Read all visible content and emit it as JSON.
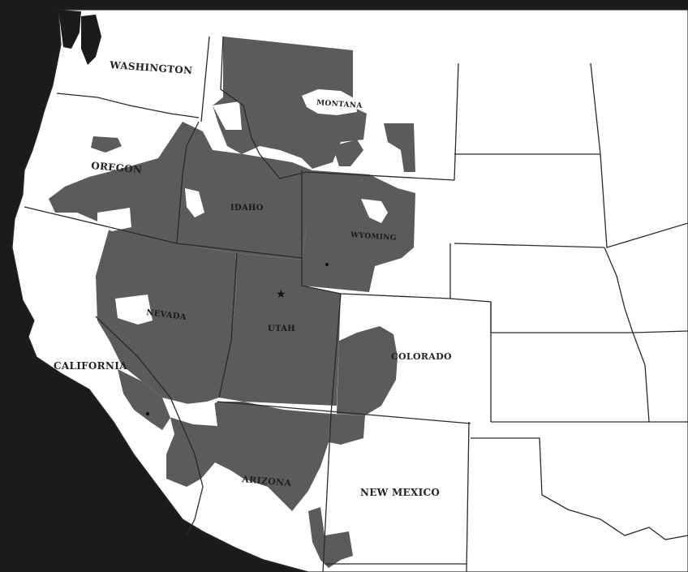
{
  "map": {
    "states": {
      "washington": "WASHINGTON",
      "oregon": "OREGON",
      "california": "CALIFORNIA",
      "idaho": "IDAHO",
      "montana": "MONTANA",
      "nevada": "NEVADA",
      "utah": "UTAH",
      "wyoming": "WYOMING",
      "colorado": "COLORADO",
      "arizona": "ARIZONA",
      "new_mexico": "NEW MEXICO"
    },
    "colors": {
      "ocean": "#1b1b1b",
      "land": "#ffffff",
      "shaded": "#5b5b5b",
      "border": "#2a2a2a"
    }
  }
}
